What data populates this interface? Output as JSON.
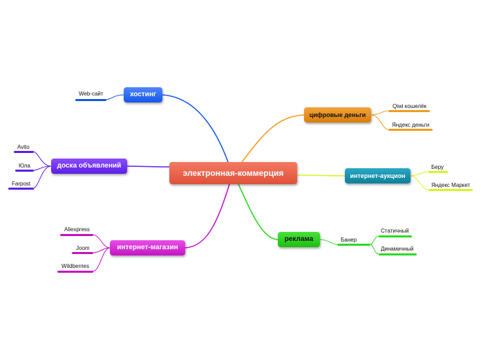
{
  "root": {
    "label": "электронная-коммерция"
  },
  "branches": {
    "hosting": {
      "label": "хостинг",
      "color": "#1556e8",
      "leaves": [
        "Web-сайт"
      ]
    },
    "doska": {
      "label": "доска объявлений",
      "color": "#5c1ee6",
      "leaves": [
        "Avito",
        "Юла",
        "Farpost"
      ]
    },
    "shop": {
      "label": "интернет-магазин",
      "color": "#c414c4",
      "leaves": [
        "Aliexpress",
        "Joom",
        "Wildberries"
      ]
    },
    "money": {
      "label": "цифровые деньги",
      "color": "#f29c1f",
      "leaves": [
        "Qiwi кошелёк",
        "Яндекс деньги"
      ]
    },
    "auction": {
      "label": "интернет-аукцион",
      "color": "#d6f51e",
      "leaves": [
        "Беру",
        "Яндекс Маркет"
      ]
    },
    "ads": {
      "label": "реклама",
      "color": "#2fd824",
      "sub": "Банер",
      "leaves": [
        "Статичный",
        "Динамичный"
      ]
    }
  }
}
